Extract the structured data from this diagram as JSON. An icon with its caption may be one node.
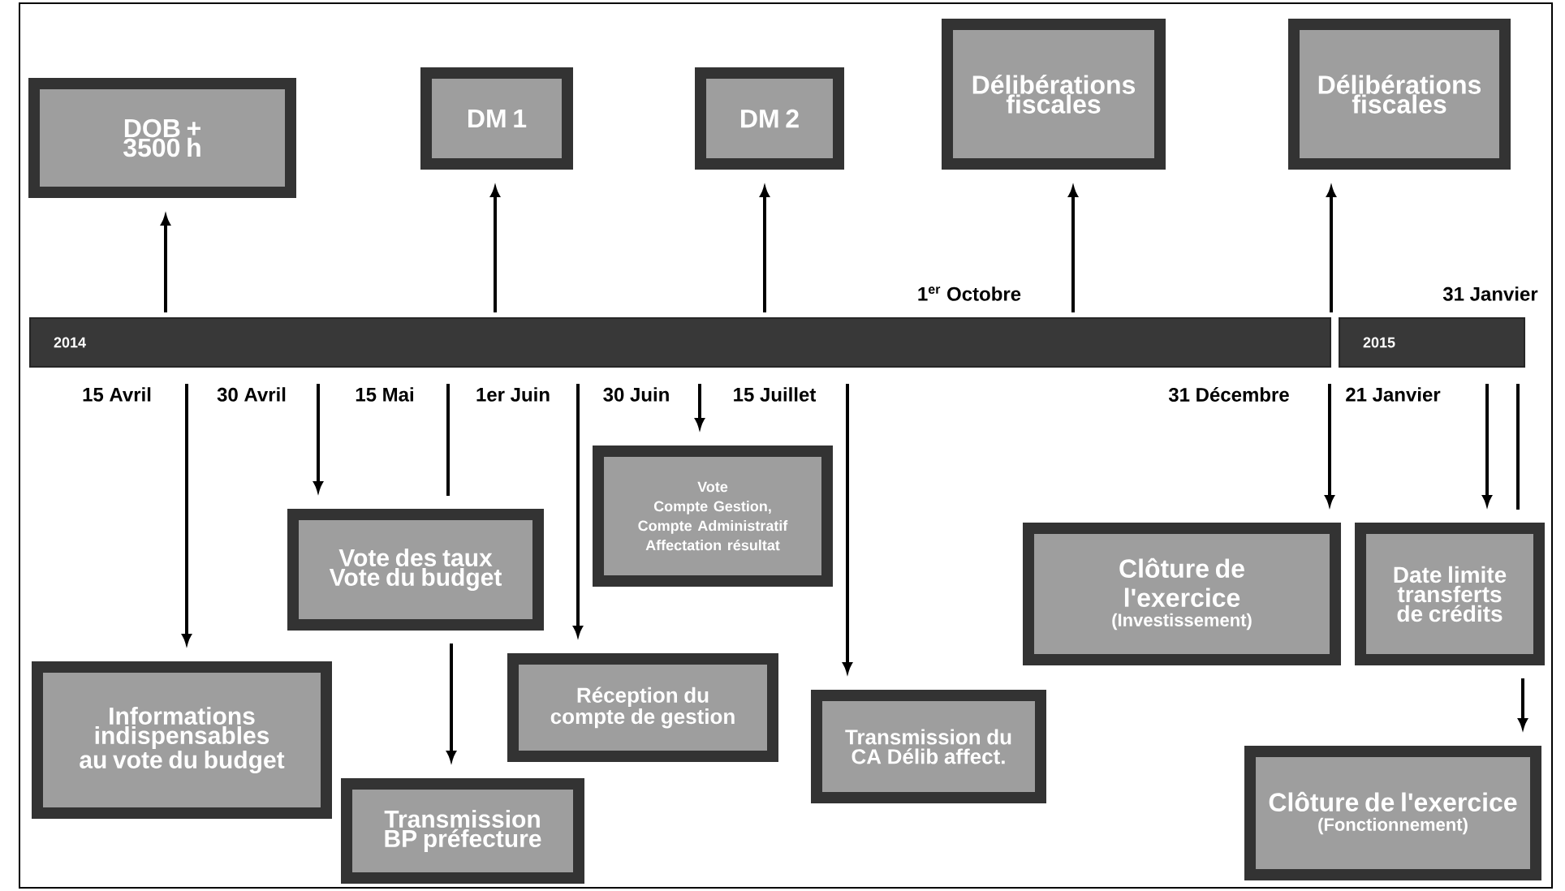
{
  "diagram": {
    "nodes": [
      {
        "text": [
          "DOB + 3500 h"
        ]
      },
      {
        "text": [
          "DM 1"
        ]
      },
      {
        "text": [
          "DM 2"
        ]
      },
      {
        "text": [
          "Délibérations fiscales"
        ]
      },
      {
        "text": [
          "Délibérations fiscales"
        ]
      },
      {
        "text": [
          "2014"
        ]
      },
      {
        "text": [
          "2015"
        ]
      },
      {
        "text": [
          "Vote",
          "Compte Gestion, Compte Administratif Affectation résultat"
        ]
      },
      {
        "text": [
          "Vote des taux Vote du budget"
        ]
      },
      {
        "text": [
          "Clôture de l'exercice",
          "(Investissement)"
        ]
      },
      {
        "text": [
          "Date limite transferts de crédits"
        ]
      },
      {
        "text": [
          "Informations indispensables au vote du budget"
        ]
      },
      {
        "text": [
          "Réception du compte de gestion"
        ]
      },
      {
        "text": [
          "Transmission du CA Délib affect."
        ]
      },
      {
        "text": [
          "Transmission BP préfecture"
        ]
      },
      {
        "text": [
          "Clôture de l'exercice",
          "(Fonctionnement)"
        ]
      }
    ],
    "edges": [
      {
        "from": 5,
        "to": 0,
        "arrow": "to"
      },
      {
        "from": 5,
        "to": 1,
        "arrow": "to"
      },
      {
        "from": 5,
        "to": 2,
        "arrow": "to"
      },
      {
        "from": 5,
        "to": 3,
        "arrow": "to"
      },
      {
        "from": 5,
        "to": 4,
        "arrow": "to"
      },
      {
        "from": 5,
        "to": 11,
        "arrow": "to"
      },
      {
        "from": 5,
        "to": 8,
        "arrow": "to"
      },
      {
        "from": 5,
        "to": 8,
        "arrow": "none"
      },
      {
        "from": 8,
        "to": 14,
        "arrow": "to"
      },
      {
        "from": 5,
        "to": 12,
        "arrow": "to"
      },
      {
        "from": 5,
        "to": 7,
        "arrow": "to"
      },
      {
        "from": 5,
        "to": 13,
        "arrow": "to"
      },
      {
        "from": 5,
        "to": 9,
        "arrow": "to"
      },
      {
        "from": 6,
        "to": 10,
        "arrow": "to"
      },
      {
        "from": 6,
        "to": 10,
        "arrow": "none"
      },
      {
        "from": 10,
        "to": 15,
        "arrow": "to"
      }
    ],
    "labels": [
      "1$^{er}$ Octobre",
      "31 Janvier",
      "15 Avril",
      "30 Avril",
      "15 Mai",
      "1er Juin",
      "30 Juin",
      "15 Juillet",
      "31 Décembre",
      "21 Janvier"
    ]
  }
}
